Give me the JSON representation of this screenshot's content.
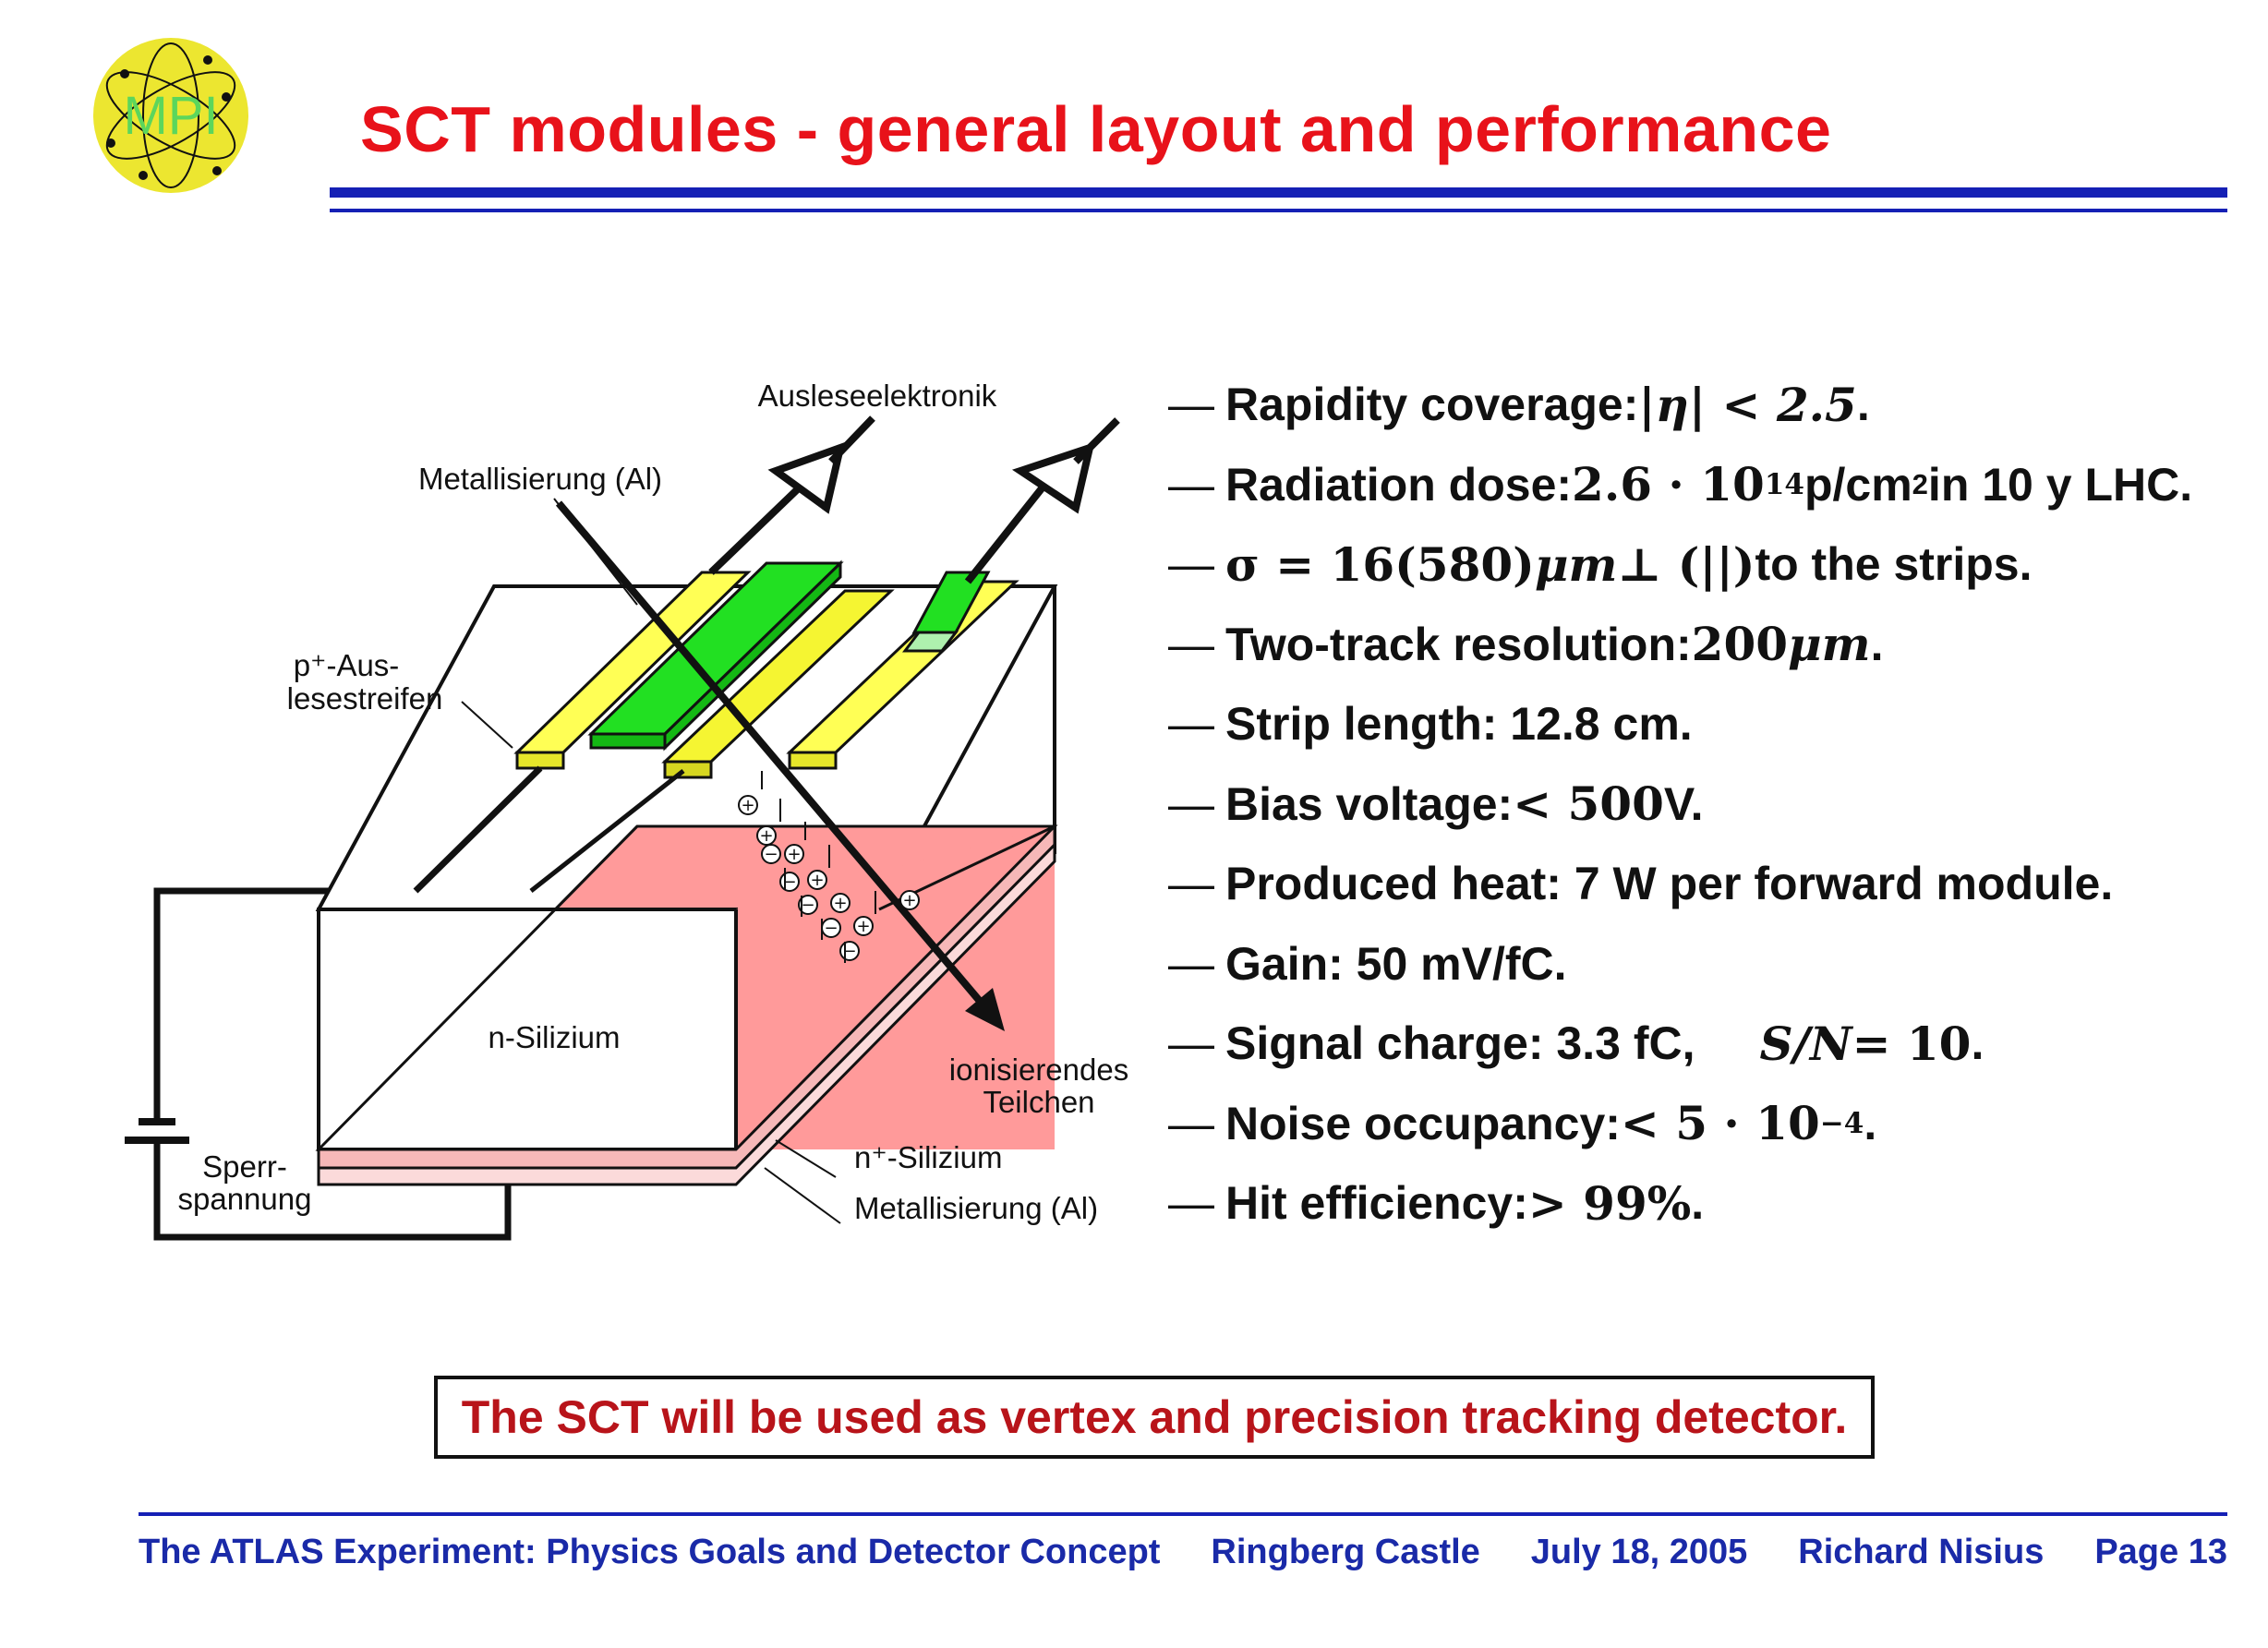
{
  "logo": {
    "text": "MPI",
    "colors": {
      "disk": "#ece630",
      "text": "#5cd65c",
      "orbits": "#111111"
    }
  },
  "title": "SCT modules - general layout and performance",
  "diagram": {
    "labels": {
      "readout": "Ausleseelektronik",
      "metal_top": "Metallisierung (Al)",
      "strips_line1": "p⁺-Aus-",
      "strips_line2": "lesestreifen",
      "bulk": "n-Silizium",
      "particle_line1": "ionisierendes",
      "particle_line2": "Teilchen",
      "nplus": "n⁺-Silizium",
      "metal_bottom": "Metallisierung (Al)",
      "bias_line1": "Sperr-",
      "bias_line2": "spannung"
    },
    "colors": {
      "silicon": "#ff9a9a",
      "strip_green": "#22e022",
      "strip_yellow": "#f5f532",
      "outline": "#111111"
    }
  },
  "bullets": {
    "dash": "—",
    "b1": {
      "text": "Rapidity coverage: ",
      "math": "|η| < 2.5",
      "end": "."
    },
    "b2": {
      "text": "Radiation dose: ",
      "math": "2.6 · 10",
      "exp": "14",
      "unit": " p/cm",
      "unit_exp": "2",
      "end": " in 10 y LHC."
    },
    "b3": {
      "sigma": "σ = 16(580) ",
      "um": "μm",
      "perp": " ⊥ (||)",
      "end": " to the strips."
    },
    "b4": {
      "text": "Two-track resolution: ",
      "math": "200 ",
      "um": "μm",
      "end": "."
    },
    "b5": {
      "text": "Strip length: 12.8 cm."
    },
    "b6": {
      "text": "Bias voltage: ",
      "math": "< 500",
      "end": " V."
    },
    "b7": {
      "text": "Produced heat: 7 W per forward module."
    },
    "b8": {
      "text": "Gain: 50 mV/fC."
    },
    "b9": {
      "text": "Signal charge: 3.3 fC,",
      "math": "S/N",
      "math2": " = 10",
      "end": "."
    },
    "b10": {
      "text": "Noise occupancy: ",
      "math": "< 5 · 10",
      "exp": "−4",
      "end": "."
    },
    "b11": {
      "text": "Hit efficiency: ",
      "math": "> 99%",
      "end": "."
    }
  },
  "conclusion": "The SCT will be used as vertex and precision tracking detector.",
  "footer": {
    "talk": "The ATLAS Experiment: Physics Goals and Detector Concept",
    "venue": "Ringberg Castle",
    "date": "July 18, 2005",
    "author": "Richard Nisius",
    "page": "Page 13"
  },
  "colors": {
    "title": "#e8121a",
    "rule": "#1520b5",
    "footer": "#1a2aa8",
    "conclusion": "#b8141a"
  }
}
